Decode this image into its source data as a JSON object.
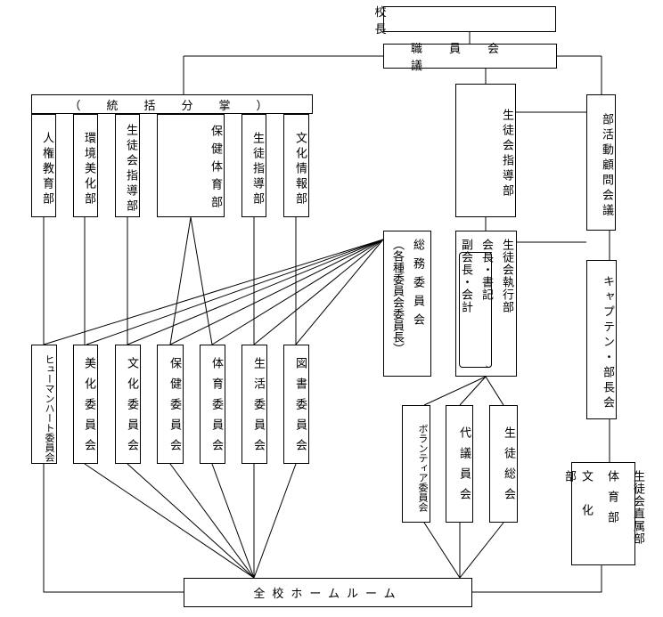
{
  "nodes": {
    "principal": "校　　　　　　　　長",
    "staff_meeting": "職員会議",
    "general_management": "（　統　括　分　掌　）",
    "jinken": "人権教育部",
    "kankyo": "環境美化部",
    "seitokai_shido": "生徒会指導部",
    "hoken_tai": "保健体育部",
    "seito_shido": "生徒指導部",
    "bunka": "文化情報部",
    "seitokai_shido_main": "生徒会指導部",
    "bukatsu": "部活動顧問会議",
    "soumu": "総務委員会",
    "soumu_note": "（各種委員会委員長）",
    "shikko_main": "生徒会執行部",
    "shikko_sub1": "会長・書記",
    "shikko_sub2": "副会長・会計",
    "captain": "キャプテン・部長会",
    "human_heart": "ヒューマンハート委員会",
    "bika": "美化委員会",
    "bunka_iin": "文化委員会",
    "hoken_iin": "保健委員会",
    "taiiku_iin": "体育委員会",
    "seikatsu_iin": "生活委員会",
    "tosho_iin": "図書委員会",
    "volunteer": "ボランティア委員会",
    "daigiin": "代議員会",
    "seito_soukai": "生徒総会",
    "chokuzoku_1": "生徒会直属部",
    "chokuzoku_2": "体育部",
    "chokuzoku_3": "文化部",
    "homeroom": "全校ホームルーム"
  }
}
